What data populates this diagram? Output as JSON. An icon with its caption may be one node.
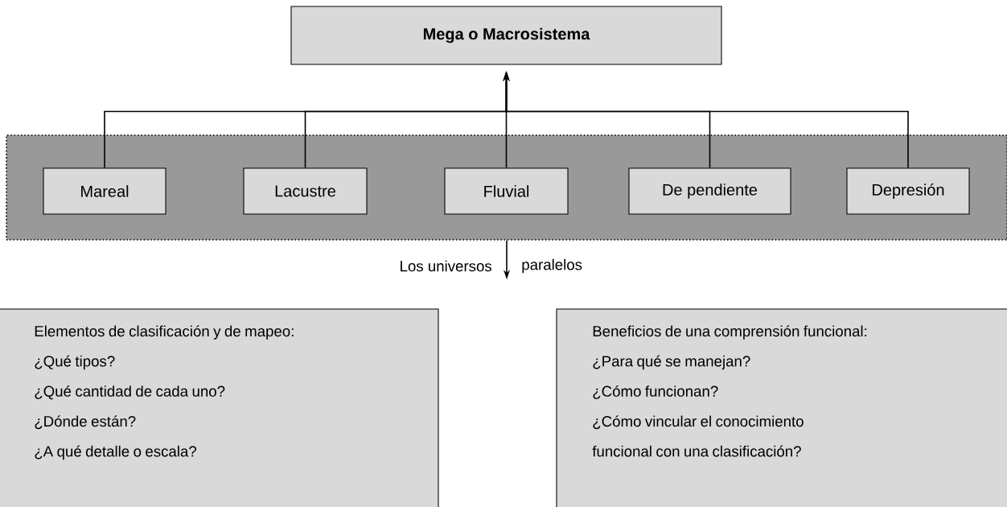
{
  "diagram": {
    "nodes": [
      {
        "text": [
          "Mega o Macrosistema"
        ]
      },
      {
        "text": [],
        "shape": "band"
      },
      {
        "text": [
          "Mareal"
        ],
        "in": 1
      },
      {
        "text": [
          "Lacustre"
        ],
        "in": 1
      },
      {
        "text": [
          "Fluvial"
        ],
        "in": 1
      },
      {
        "text": [
          "De pendiente"
        ],
        "in": 1
      },
      {
        "text": [
          "Depresión"
        ],
        "in": 1
      },
      {
        "text": [
          "Elementos de clasificación y de mapeo:",
          "¿Qué tipos?",
          "¿Qué cantidad de cada uno?",
          "¿Dónde están?",
          "¿A qué detalle o escala?"
        ]
      },
      {
        "text": [
          "Beneficios de una comprensión funcional:",
          "¿Para qué se manejan?",
          "¿Cómo funcionan?",
          "¿Cómo vincular el conocimiento funcional con una clasificación?"
        ]
      },
      {
        "text": [
          "Los universos",
          "paralelos"
        ]
      }
    ],
    "edges": [
      {
        "from": 2,
        "to": 0,
        "arrow": "to"
      },
      {
        "from": 3,
        "to": 0,
        "arrow": "to"
      },
      {
        "from": 4,
        "to": 0,
        "arrow": "to"
      },
      {
        "from": 5,
        "to": 0,
        "arrow": "to"
      },
      {
        "from": 6,
        "to": 0,
        "arrow": "to"
      },
      {
        "from": 1,
        "to": 9,
        "arrow": "to"
      }
    ]
  }
}
